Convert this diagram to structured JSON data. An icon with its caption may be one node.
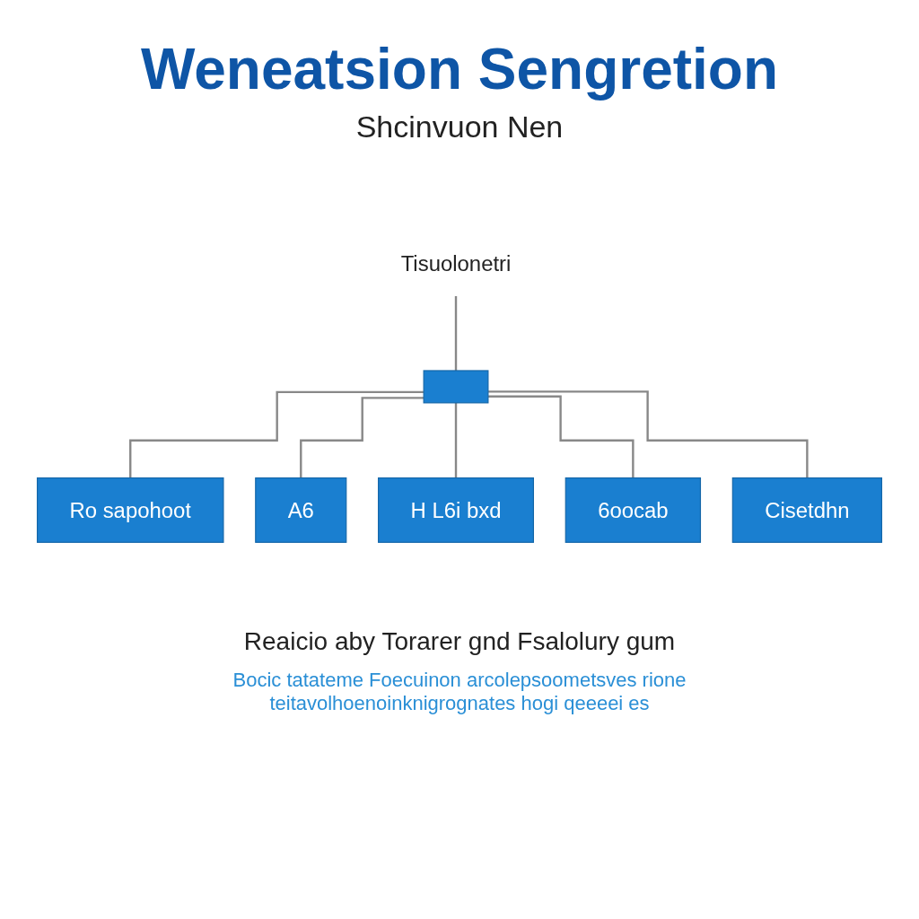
{
  "diagram": {
    "title": "Weneatsion Sengretion",
    "caption": "Bocic tatateme Foecuinon arcolepsoometsves rione teitavolhoenoinknigrognates hogi qeeeei es",
    "nodes": [
      {
        "text": [
          "Tisuolonetri"
        ]
      },
      {
        "text": [],
        "shape": "box"
      },
      {
        "text": [
          "Ro sapohoot"
        ]
      },
      {
        "text": [
          "A6"
        ]
      },
      {
        "text": [
          "H L6i bxd"
        ]
      },
      {
        "text": [
          "6oocab"
        ]
      },
      {
        "text": [
          "Cisetdhn"
        ]
      }
    ],
    "edges": [
      {
        "from": 0,
        "to": 1,
        "arrow": "none"
      },
      {
        "from": 1,
        "to": 2,
        "arrow": "none"
      },
      {
        "from": 1,
        "to": 3,
        "arrow": "none"
      },
      {
        "from": 1,
        "to": 4,
        "arrow": "none"
      },
      {
        "from": 1,
        "to": 5,
        "arrow": "none"
      },
      {
        "from": 1,
        "to": 6,
        "arrow": "none"
      }
    ],
    "labels": [
      "Shcinvuon Nen",
      "Reaicio aby Torarer gnd Fsalolury gum"
    ]
  }
}
